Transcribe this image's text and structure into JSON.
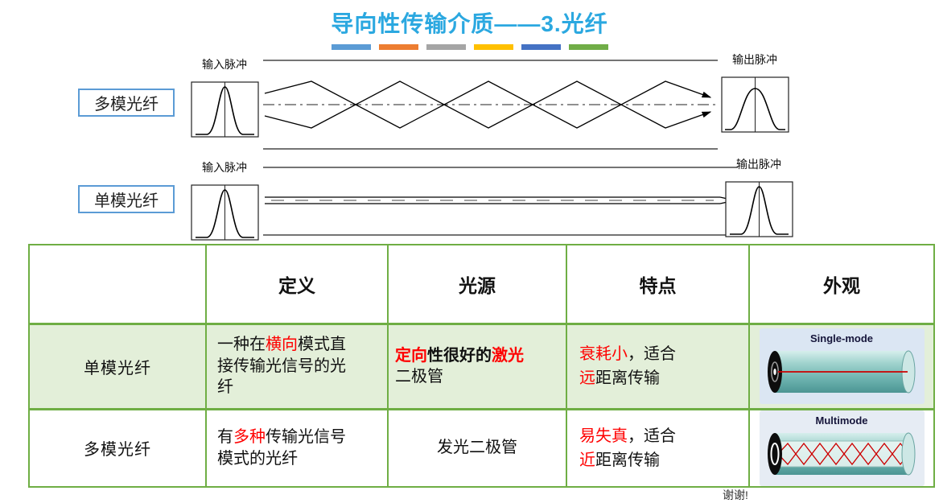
{
  "title": "导向性传输介质——3.光纤",
  "divider_colors": [
    "#5B9BD5",
    "#ED7D31",
    "#A5A5A5",
    "#FFC000",
    "#4472C4",
    "#70AD47"
  ],
  "diagram": {
    "multimode_label": "多模光纤",
    "singlemode_label": "单模光纤",
    "input_pulse_label": "输入脉冲",
    "output_pulse_label": "输出脉冲"
  },
  "table": {
    "headers": {
      "name": "",
      "definition": "定义",
      "light_source": "光源",
      "features": "特点",
      "appearance": "外观"
    },
    "rows": [
      {
        "name": "单模光纤",
        "definition": {
          "p1": "一种在",
          "p2": "横向",
          "p3": "模式直接传输光信号的光纤"
        },
        "light_source": {
          "p1": "定向",
          "p2": "性很好的",
          "p3": "激光",
          "p4": "二极管"
        },
        "features": {
          "p1": "衰耗小",
          "p2": "，适合",
          "p3": "远",
          "p4": "距离传输"
        },
        "appearance_label": "Single-mode"
      },
      {
        "name": "多模光纤",
        "definition": {
          "p1": "有",
          "p2": "多种",
          "p3": "传输光信号模式的光纤"
        },
        "light_source": {
          "p1": "发光二极管"
        },
        "features": {
          "p1": "易失真",
          "p2": "，适合",
          "p3": "近",
          "p4": "距离传输"
        },
        "appearance_label": "Multimode"
      }
    ]
  },
  "footer_note": "谢谢!"
}
